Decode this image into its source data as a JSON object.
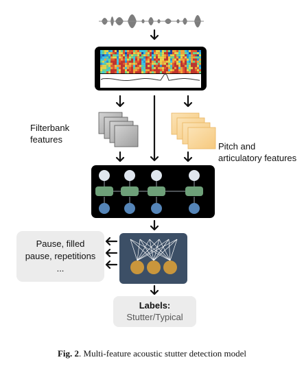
{
  "labels": {
    "filterbank": [
      "Filterbank",
      "features"
    ],
    "pitch": [
      "Pitch and",
      "articulatory features"
    ],
    "events": [
      "Pause, filled",
      "pause, repetitions",
      "..."
    ],
    "output_title": "Labels:",
    "output_value": "Stutter/Typical"
  },
  "caption": {
    "figure": "Fig. 2",
    "separator": ". ",
    "text": "Multi-feature acoustic stutter detection model"
  },
  "colors": {
    "filterbank_frames": "#b9b9b9",
    "pitch_frames": "#f8d7a0",
    "rnn_box": "#000000",
    "output_node": "#dfe6ee",
    "hidden_cell": "#6ea079",
    "input_node": "#5585b8",
    "classifier_box": "#3c4f66",
    "classifier_node": "#c9963c",
    "label_boxes": "#ececec"
  },
  "icons": {
    "waveform": "waveform-icon",
    "spectrogram": "spectrogram-icon",
    "arrow": "arrow-icon"
  }
}
